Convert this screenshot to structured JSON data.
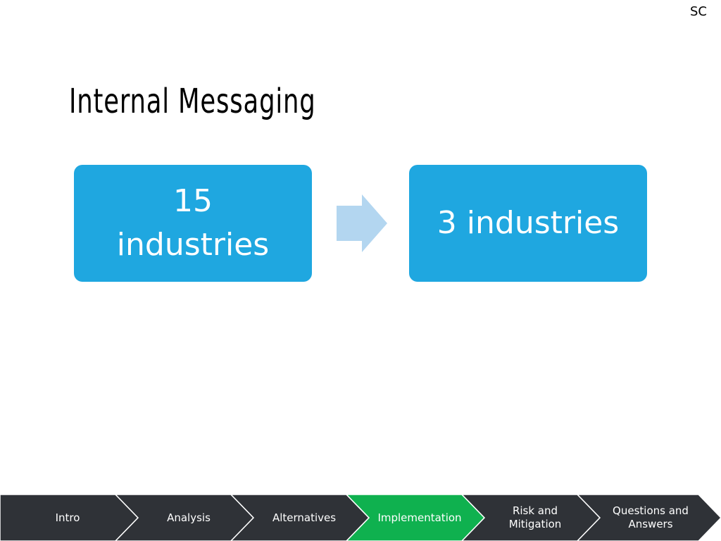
{
  "slide": {
    "corner_label": "SC",
    "title": "Internal Messaging",
    "source_box": "15\nindustries",
    "target_box": "3 industries",
    "box_color": "#1fa7e0",
    "arrow_color": "#b3d6f0",
    "arrow_icon": "right-arrow-icon"
  },
  "nav": {
    "colors": {
      "inactive": "#2f3237",
      "active": "#0fb14f",
      "divider": "#ffffff"
    },
    "items": [
      {
        "label": "Intro",
        "active": false
      },
      {
        "label": "Analysis",
        "active": false
      },
      {
        "label": "Alternatives",
        "active": false
      },
      {
        "label": "Implementation",
        "active": true
      },
      {
        "label": "Risk and\nMitigation",
        "active": false
      },
      {
        "label": "Questions and\nAnswers",
        "active": false
      }
    ]
  }
}
